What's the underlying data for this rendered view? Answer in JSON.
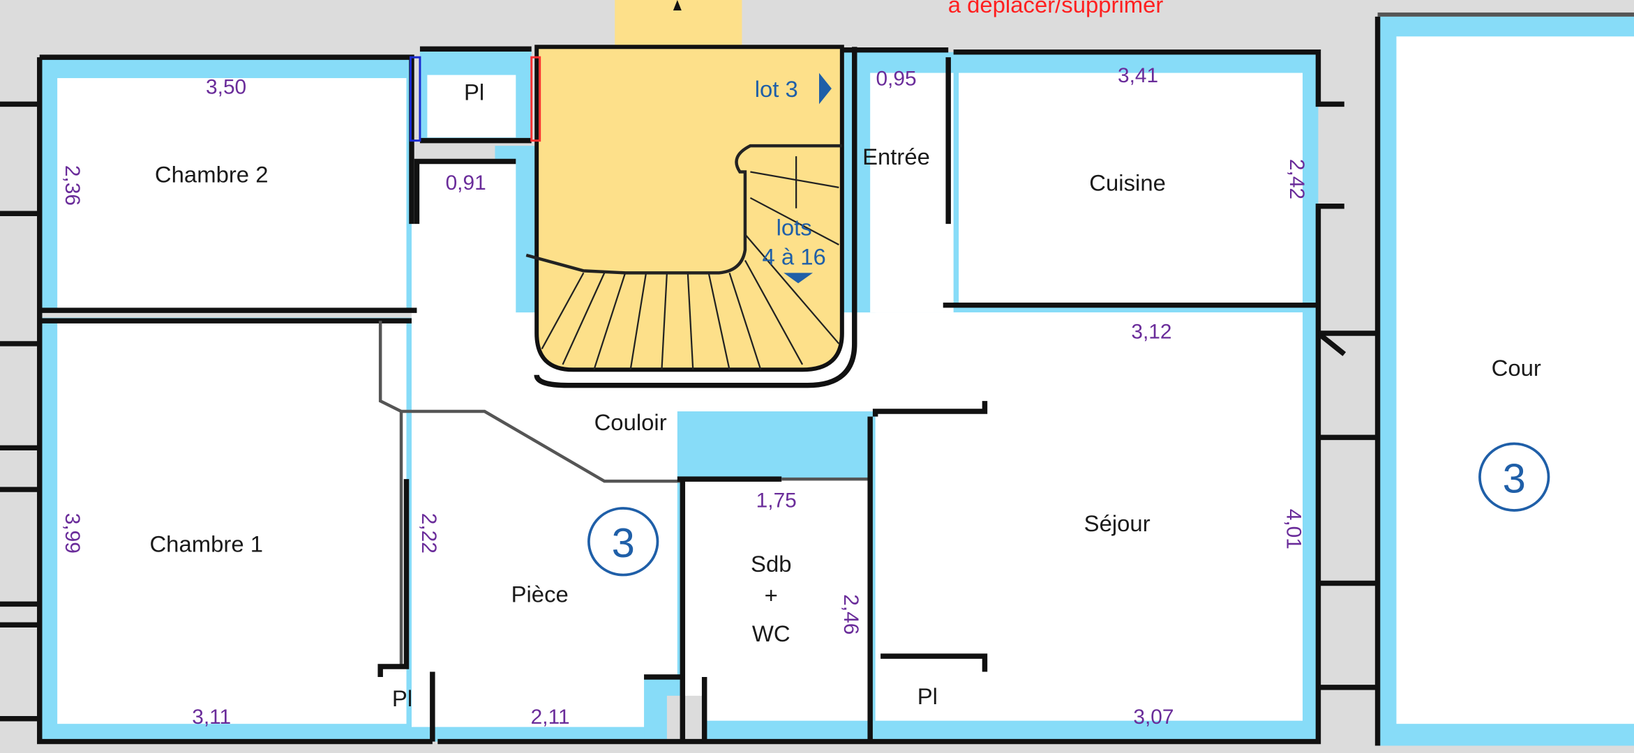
{
  "colors": {
    "background": "#dcdcdc",
    "wall_band": "#87dcf8",
    "stair": "#fde08a",
    "dimension": "#6a2c9a",
    "lot_marker": "#1f5fa8",
    "warning": "#ff2020"
  },
  "note": "à déplacer/supprimer",
  "stair": {
    "lot_label": "lot 3",
    "lots_line1": "lots",
    "lots_line2": "4 à 16"
  },
  "rooms": {
    "chambre2": {
      "name": "Chambre 2",
      "width": "3,50",
      "height": "2,36"
    },
    "pl_top": {
      "name": "Pl"
    },
    "passage": {
      "width": "0,91"
    },
    "entree": {
      "name": "Entrée",
      "width": "0,95"
    },
    "cuisine": {
      "name": "Cuisine",
      "width": "3,41",
      "height": "2,42"
    },
    "couloir": {
      "name": "Couloir"
    },
    "chambre1": {
      "name": "Chambre 1",
      "height": "3,99",
      "width": "3,11"
    },
    "piece": {
      "name": "Pièce",
      "height": "2,22",
      "width": "2,11"
    },
    "pl_chambre1": {
      "name": "Pl"
    },
    "sdb": {
      "name_line1": "Sdb",
      "name_line2": "+",
      "name_line3": "WC",
      "width": "1,75",
      "height": "2,46"
    },
    "sejour": {
      "name": "Séjour",
      "width_top": "3,12",
      "height": "4,01",
      "width_bottom": "3,07"
    },
    "pl_sejour": {
      "name": "Pl"
    },
    "cour": {
      "name": "Cour"
    }
  },
  "lot_markers": [
    "3",
    "3"
  ]
}
